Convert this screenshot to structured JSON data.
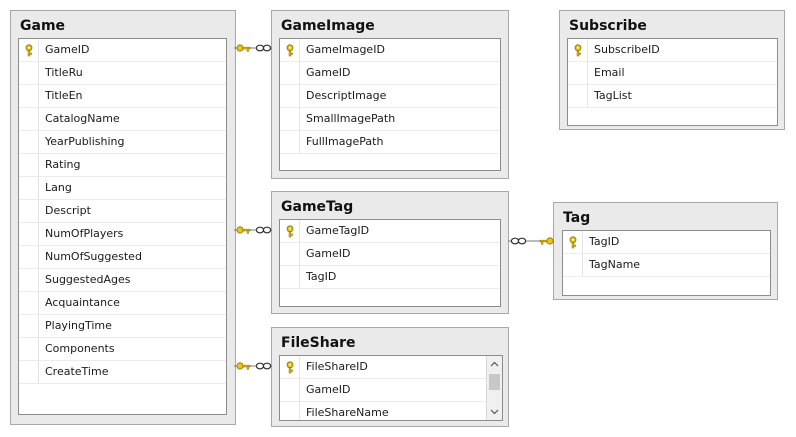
{
  "tables": [
    {
      "id": "game",
      "title": "Game",
      "key_column": "GameID",
      "columns": [
        "TitleRu",
        "TitleEn",
        "CatalogName",
        "YearPublishing",
        "Rating",
        "Lang",
        "Descript",
        "NumOfPlayers",
        "NumOfSuggested",
        "SuggestedAges",
        "Acquaintance",
        "PlayingTime",
        "Components",
        "CreateTime"
      ]
    },
    {
      "id": "gameimage",
      "title": "GameImage",
      "key_column": "GameImageID",
      "columns": [
        "GameID",
        "DescriptImage",
        "SmallImagePath",
        "FullImagePath"
      ]
    },
    {
      "id": "subscribe",
      "title": "Subscribe",
      "key_column": "SubscribeID",
      "columns": [
        "Email",
        "TagList"
      ]
    },
    {
      "id": "gametag",
      "title": "GameTag",
      "key_column": "GameTagID",
      "columns": [
        "GameID",
        "TagID"
      ]
    },
    {
      "id": "tag",
      "title": "Tag",
      "key_column": "TagID",
      "columns": [
        "TagName"
      ]
    },
    {
      "id": "fileshare",
      "title": "FileShare",
      "key_column": "FileShareID",
      "columns": [
        "GameID",
        "FileShareName"
      ]
    }
  ],
  "relationships": [
    {
      "from": "game",
      "to": "gameimage"
    },
    {
      "from": "game",
      "to": "gametag"
    },
    {
      "from": "tag",
      "to": "gametag"
    },
    {
      "from": "game",
      "to": "fileshare"
    }
  ],
  "icons": {
    "key": "key-icon",
    "infinity": "infinity-icon",
    "scroll_up": "scroll-up-icon",
    "scroll_down": "scroll-down-icon"
  },
  "colors": {
    "key_gold": "#e8c31a",
    "panel": "#eaeaea",
    "line": "#7a7a7a"
  }
}
